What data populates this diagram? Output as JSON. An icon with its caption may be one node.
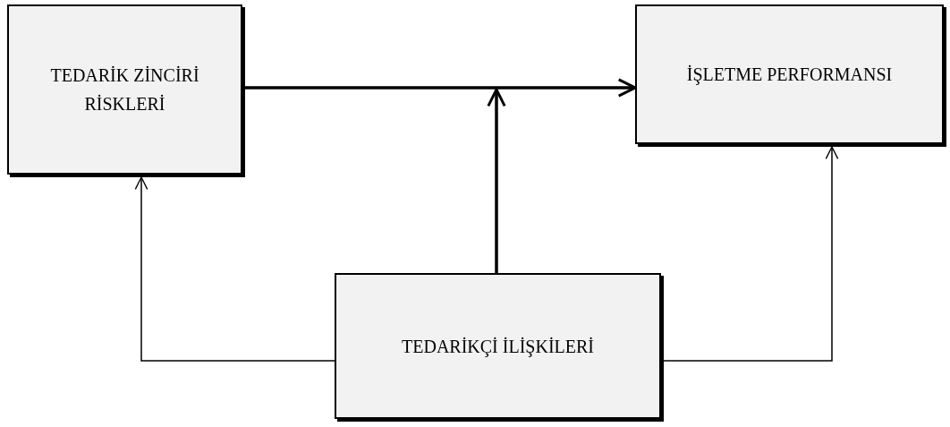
{
  "diagram": {
    "nodes": [
      {
        "text": [
          "TEDARİK ZİNCİRİ RİSKLERİ"
        ]
      },
      {
        "text": [
          "İŞLETME PERFORMANSI"
        ]
      },
      {
        "text": [
          "TEDARİKÇİ İLİŞKİLERİ"
        ]
      }
    ],
    "edges": [
      {
        "from": 0,
        "to": 1,
        "arrow": "to",
        "style": "thick"
      },
      {
        "from": 2,
        "to": null,
        "arrow": "to",
        "style": "thick"
      },
      {
        "from": 2,
        "to": 0,
        "arrow": "to"
      },
      {
        "from": 2,
        "to": 1,
        "arrow": "to"
      }
    ]
  }
}
